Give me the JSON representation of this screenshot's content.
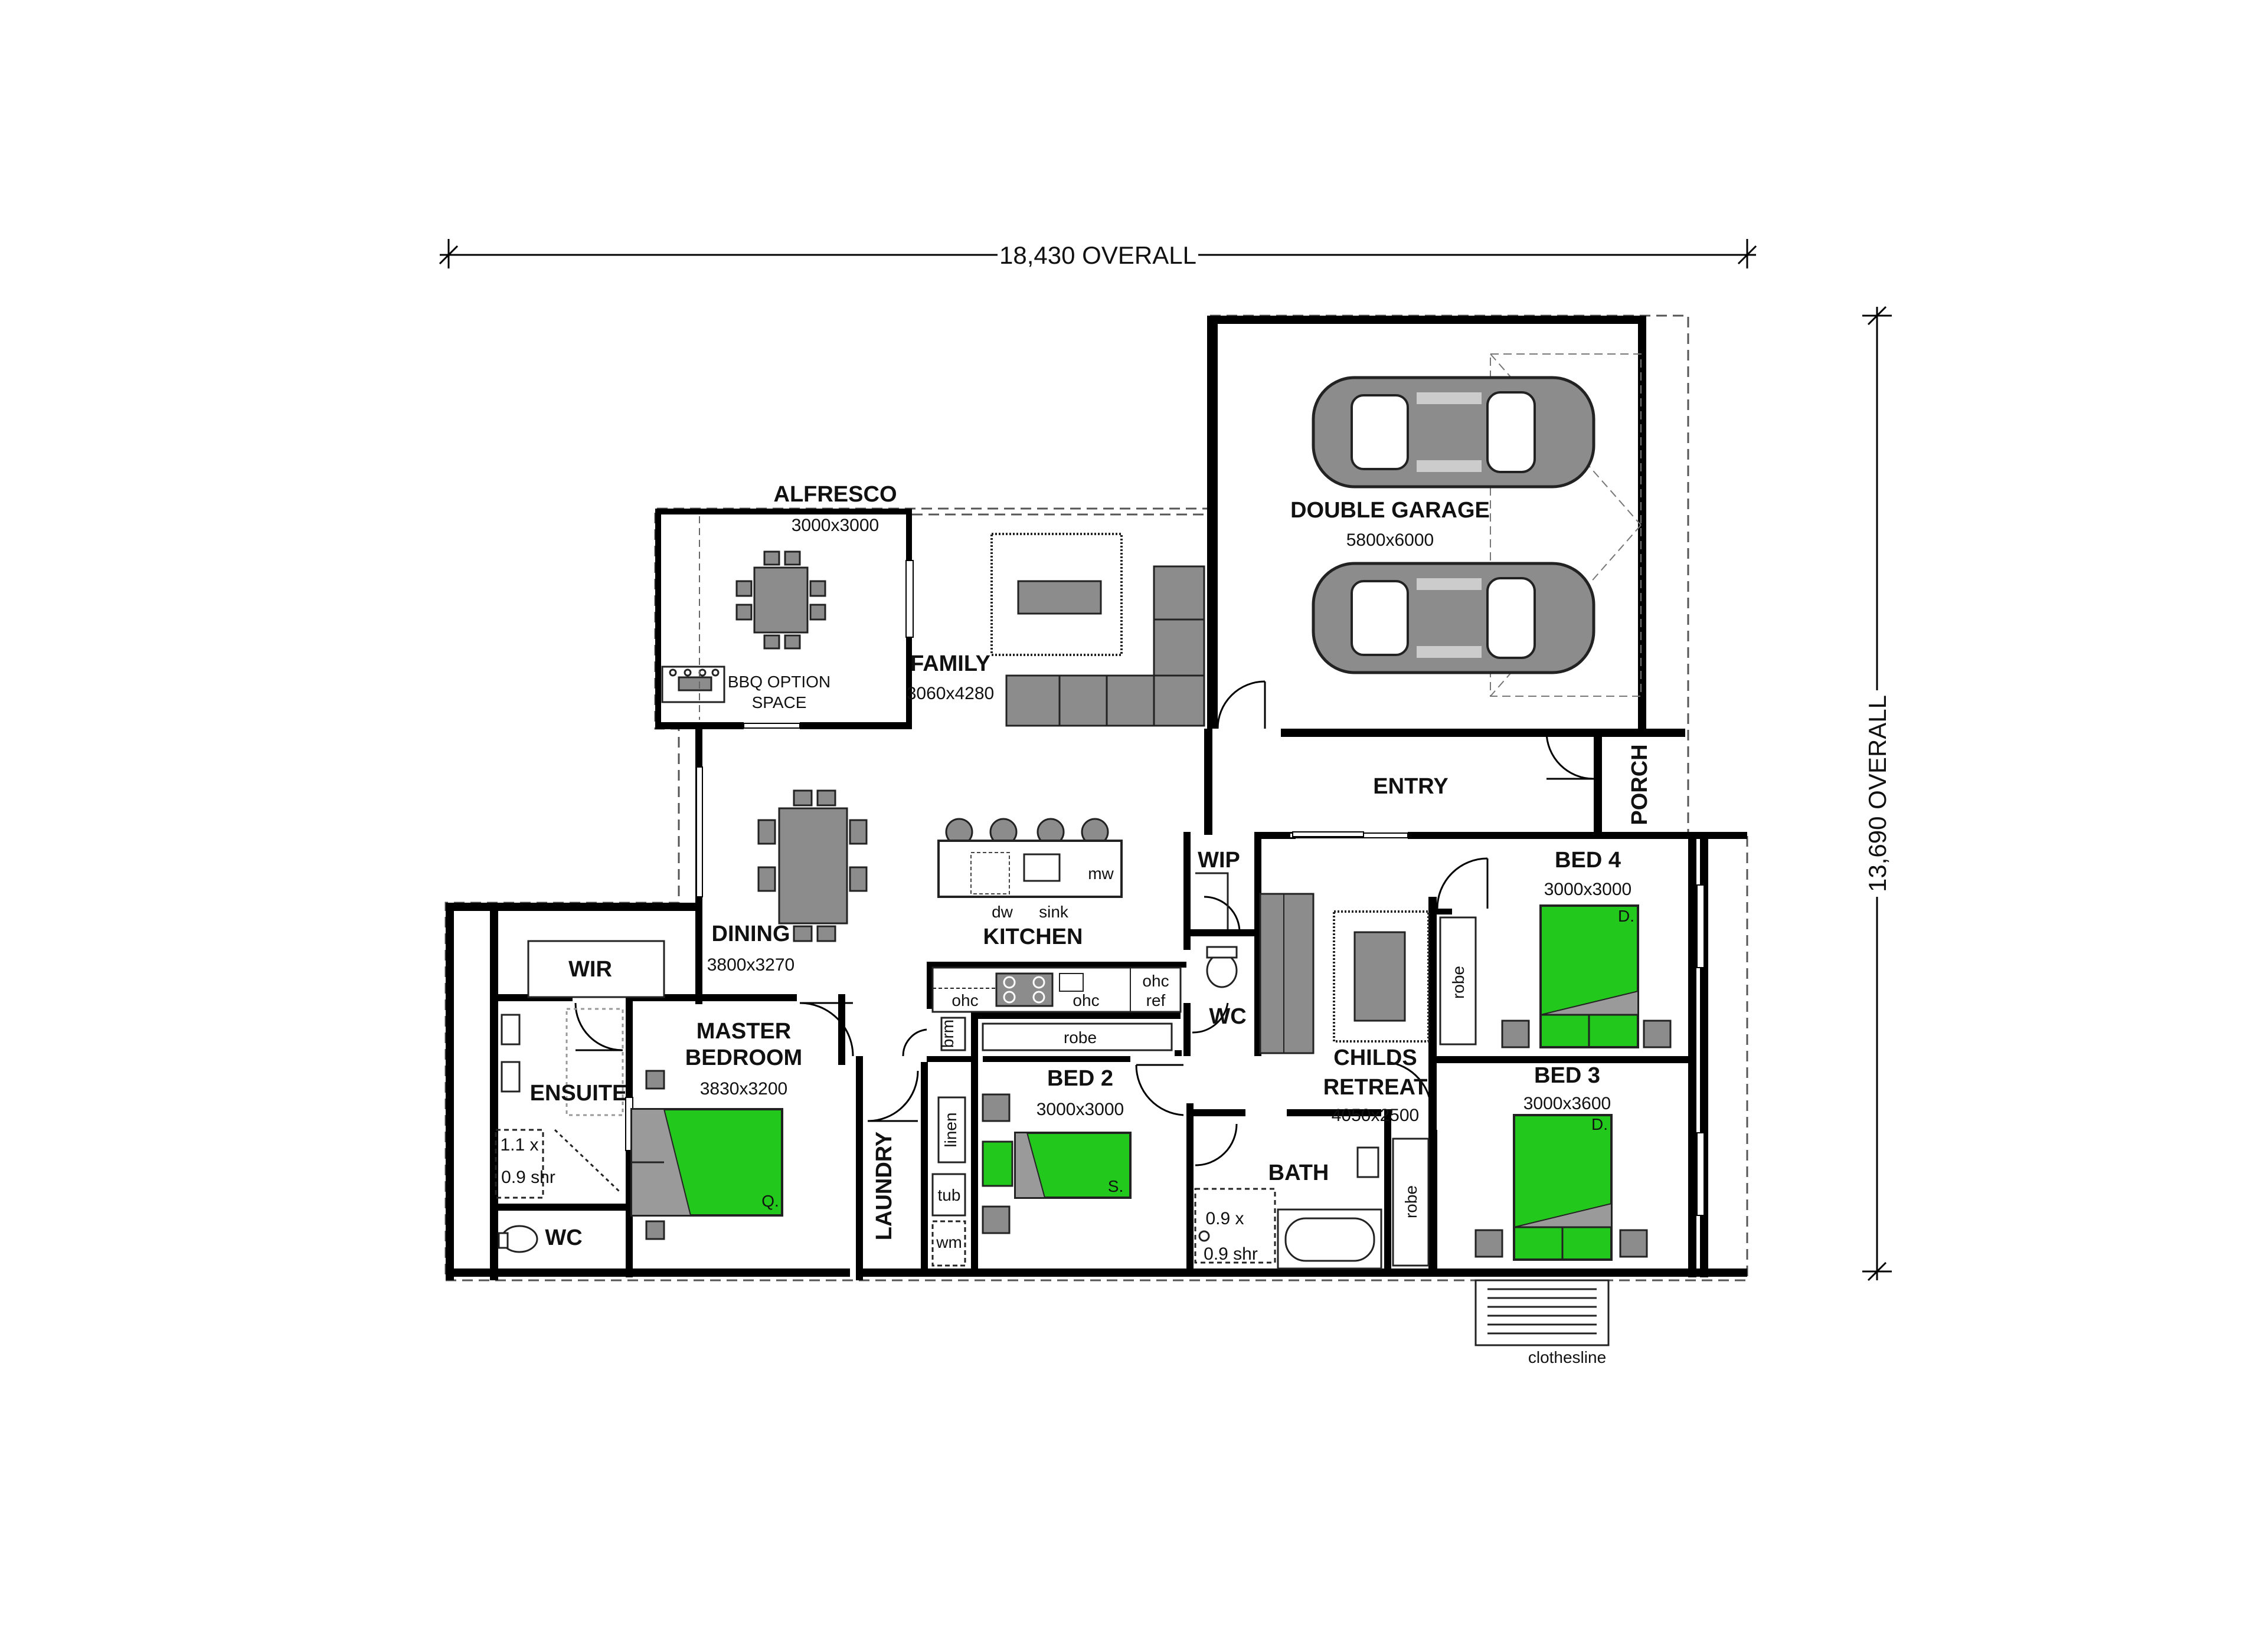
{
  "overall": {
    "width": "18,430 OVERALL",
    "height": "13,690 OVERALL"
  },
  "rooms": {
    "alfresco": {
      "name": "ALFRESCO",
      "size": "3000x3000"
    },
    "bbq": {
      "line1": "BBQ OPTION",
      "line2": "SPACE"
    },
    "family": {
      "name": "FAMILY",
      "size": "3060x4280"
    },
    "garage": {
      "name": "DOUBLE GARAGE",
      "size": "5800x6000"
    },
    "entry": {
      "name": "ENTRY"
    },
    "porch": {
      "name": "PORCH"
    },
    "dining": {
      "name": "DINING",
      "size": "3800x3270"
    },
    "kitchen": {
      "name": "KITCHEN"
    },
    "wip": {
      "name": "WIP"
    },
    "wir": {
      "name": "WIR"
    },
    "master": {
      "line1": "MASTER",
      "line2": "BEDROOM",
      "size": "3830x3200"
    },
    "ensuite": {
      "name": "ENSUITE"
    },
    "ensuite_wc": {
      "name": "WC"
    },
    "ens_shower": {
      "line1": "1.1 x",
      "line2": "0.9 shr"
    },
    "laundry": {
      "name": "LAUNDRY"
    },
    "bed2": {
      "name": "BED 2",
      "size": "3000x3000"
    },
    "wc": {
      "name": "WC"
    },
    "childs": {
      "line1": "CHILDS",
      "line2": "RETREAT",
      "size": "4050x2500"
    },
    "bath": {
      "name": "BATH"
    },
    "bath_shower": {
      "line1": "0.9 x",
      "line2": "0.9 shr"
    },
    "bed4": {
      "name": "BED 4",
      "size": "3000x3000"
    },
    "bed3": {
      "name": "BED 3",
      "size": "3000x3600"
    }
  },
  "fixtures": {
    "dw": "dw",
    "sink": "sink",
    "mw": "mw",
    "ohc1": "ohc",
    "ohc2": "ohc",
    "ohc3": "ohc",
    "ref": "ref",
    "robe_bed2": "robe",
    "robe_bed4": "robe",
    "robe_bed3": "robe",
    "brm": "brm",
    "linen": "linen",
    "tub": "tub",
    "wm": "wm",
    "clothesline": "clothesline"
  },
  "bed_labels": {
    "master": "Q.",
    "bed2": "S.",
    "bed4": "D.",
    "bed3": "D."
  },
  "colors": {
    "wall": "#000000",
    "furniture": "#8c8c8c",
    "bed": "#22c81c",
    "line": "#555555"
  }
}
